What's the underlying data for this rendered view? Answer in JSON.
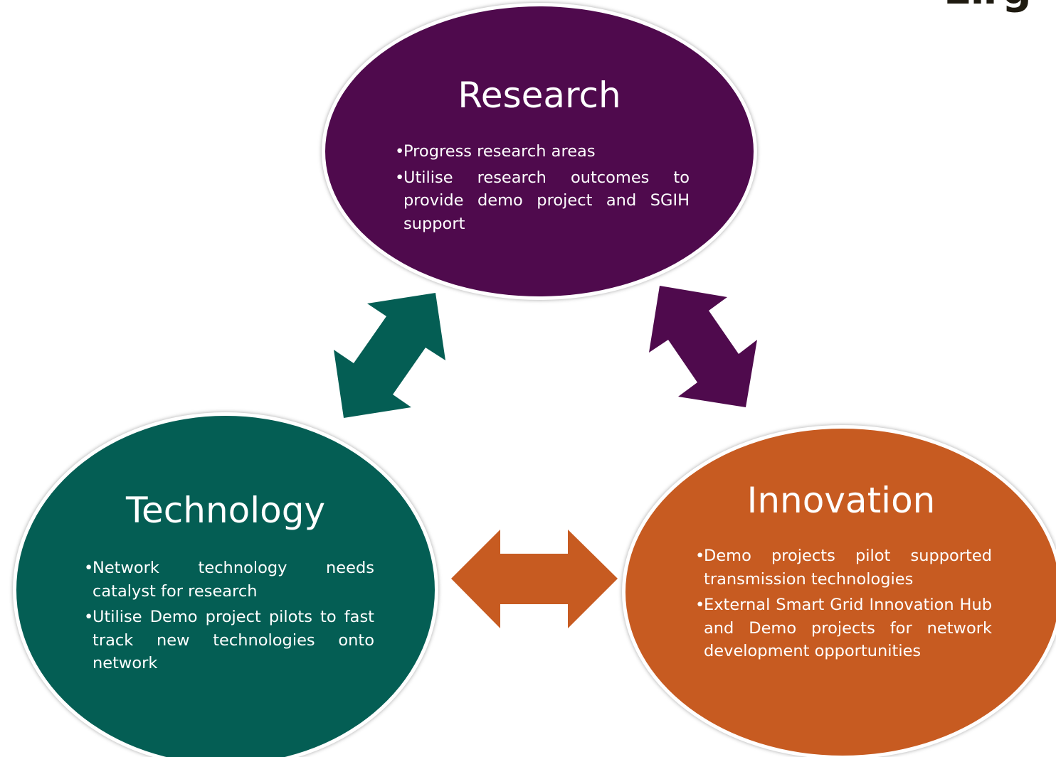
{
  "logo": {
    "text": "Eirg"
  },
  "nodes": {
    "research": {
      "title": "Research",
      "color": "#4f0a4d",
      "bullets": [
        "Progress research areas",
        "Utilise research outcomes to provide demo project and SGIH support"
      ]
    },
    "technology": {
      "title": "Technology",
      "color": "#045e54",
      "bullets": [
        "Network technology needs catalyst for research",
        "Utilise Demo project pilots to fast track new technologies onto network"
      ]
    },
    "innovation": {
      "title": "Innovation",
      "color": "#c75b21",
      "bullets": [
        "Demo projects pilot supported transmission technologies",
        "External Smart Grid Innovation Hub and Demo projects for network development opportunities"
      ]
    }
  },
  "connections": [
    {
      "from": "technology",
      "to": "research",
      "color": "#045e54",
      "direction": "both"
    },
    {
      "from": "research",
      "to": "innovation",
      "color": "#4f0a4d",
      "direction": "both"
    },
    {
      "from": "technology",
      "to": "innovation",
      "color": "#c75b21",
      "direction": "both"
    }
  ],
  "bullet_char": "•"
}
